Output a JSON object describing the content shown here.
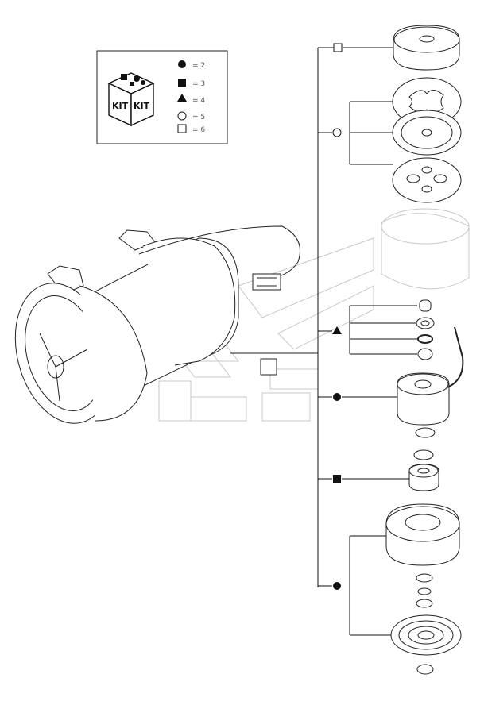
{
  "kit_box": {
    "icon_name": "kit-box-icon",
    "kit_label_left": "KIT",
    "kit_label_right": "KIT"
  },
  "legend": [
    {
      "symbol": "filled-circle",
      "text": "= 2"
    },
    {
      "symbol": "filled-square",
      "text": "= 3"
    },
    {
      "symbol": "filled-triangle",
      "text": "= 4"
    },
    {
      "symbol": "open-circle",
      "text": "= 5"
    },
    {
      "symbol": "open-square",
      "text": "= 6"
    }
  ],
  "callouts": [
    {
      "symbol": "open-square",
      "part": "clutch-cover"
    },
    {
      "symbol": "open-circle",
      "part": "valve-plates-and-gaskets"
    },
    {
      "symbol": "filled-triangle",
      "part": "o-rings-and-seals"
    },
    {
      "symbol": "filled-circle",
      "part": "clutch-coil"
    },
    {
      "symbol": "filled-square",
      "part": "bearing"
    },
    {
      "symbol": "filled-circle",
      "part": "pulley-and-hub"
    }
  ],
  "colors": {
    "line": "#111111",
    "watermark": "#c8c8c8"
  }
}
